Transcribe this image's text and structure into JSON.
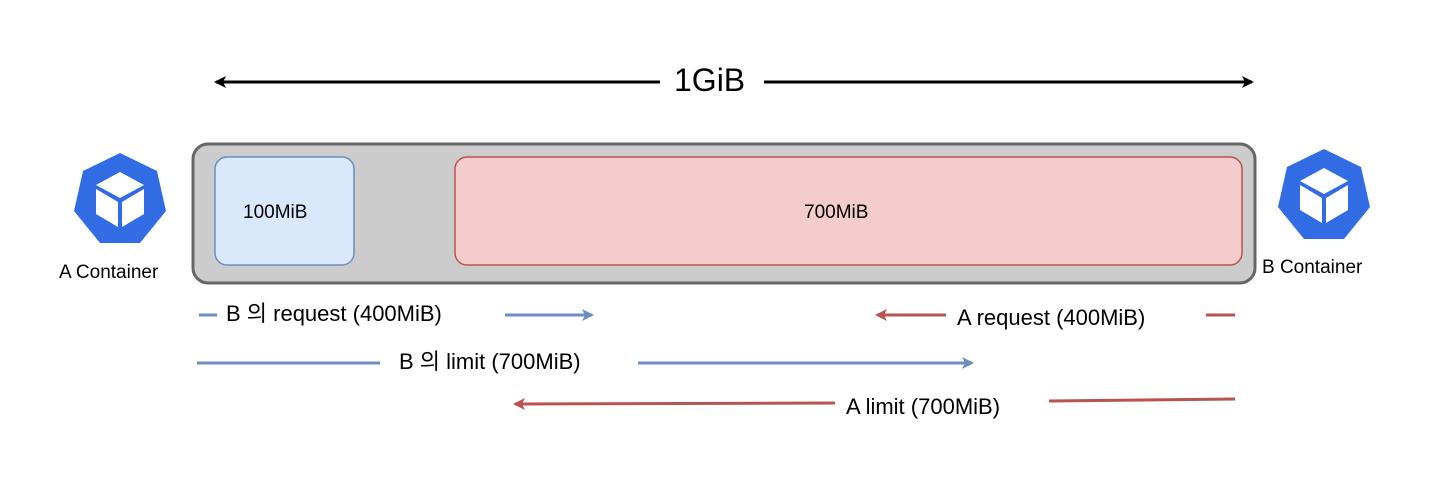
{
  "title": "1GiB",
  "blocks": {
    "small": "100MiB",
    "large": "700MiB"
  },
  "containers": {
    "left": {
      "label": "A Container",
      "icon": "kubernetes-pod-icon",
      "color": "#326ce5"
    },
    "right": {
      "label": "B Container",
      "icon": "kubernetes-pod-icon",
      "color": "#326ce5"
    }
  },
  "arrows": {
    "b_request": {
      "label": "B 의 request (400MiB)",
      "color": "#6c8ebf"
    },
    "a_request": {
      "label": "A request (400MiB)",
      "color": "#b85450"
    },
    "b_limit": {
      "label": "B 의 limit (700MiB)",
      "color": "#6c8ebf"
    },
    "a_limit": {
      "label": "A limit (700MiB)",
      "color": "#b85450"
    }
  },
  "colors": {
    "memory_bar_fill": "#cccccc",
    "memory_bar_stroke": "#666666",
    "blue_block_fill": "#dae8fc",
    "blue_block_stroke": "#6c8ebf",
    "red_block_fill": "#f4cccc",
    "red_block_stroke": "#b85450"
  }
}
